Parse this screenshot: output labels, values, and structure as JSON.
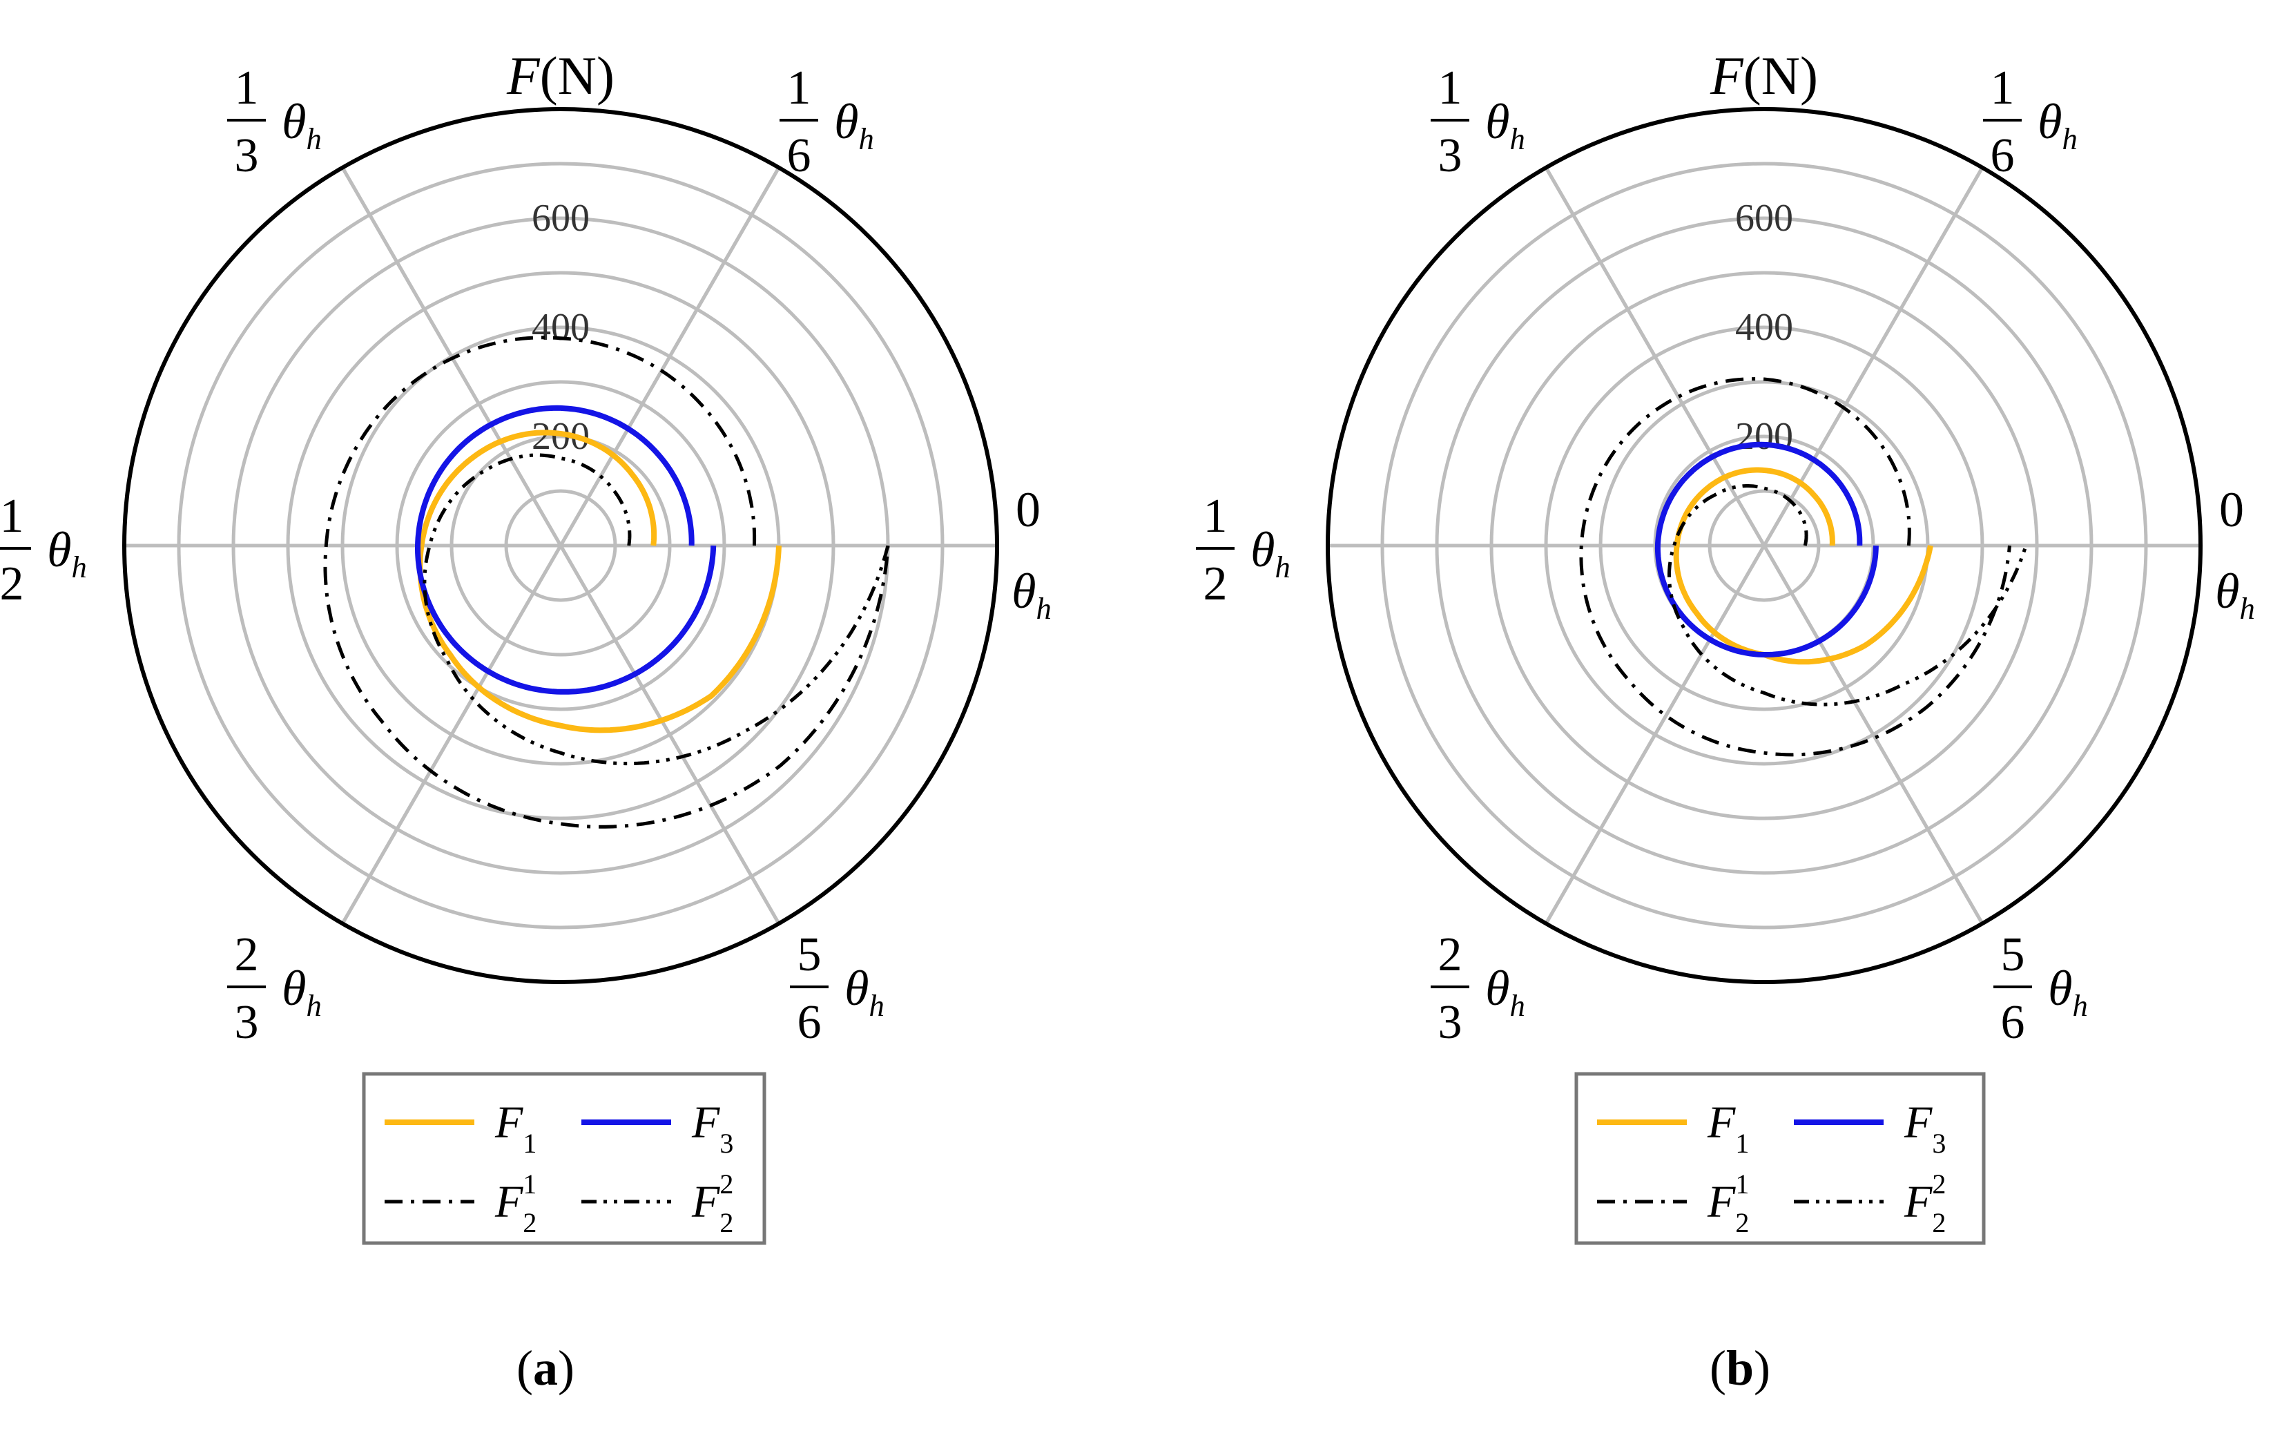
{
  "chart_data": [
    {
      "type": "polar-line",
      "panel_label": "(a)",
      "panel_label_parts": {
        "open": "(",
        "letter": "a",
        "close": ")"
      },
      "radial_axis_label": {
        "main": "F",
        "unit": "(N)"
      },
      "r_ticks": [
        200,
        400,
        600
      ],
      "r_range": [
        0,
        800
      ],
      "angular_labels": [
        {
          "num": "",
          "den": "",
          "sym": "0",
          "position": "0",
          "note": "0 at right"
        },
        {
          "num": "1",
          "den": "6",
          "sym": "θh",
          "position": "1/6"
        },
        {
          "num": "1",
          "den": "3",
          "sym": "θh",
          "position": "1/3"
        },
        {
          "num": "1",
          "den": "2",
          "sym": "θh",
          "position": "1/2"
        },
        {
          "num": "2",
          "den": "3",
          "sym": "θh",
          "position": "2/3"
        },
        {
          "num": "5",
          "den": "6",
          "sym": "θh",
          "position": "5/6"
        },
        {
          "num": "",
          "den": "",
          "sym": "θh",
          "position": "1"
        }
      ],
      "angle_unit_fraction_of_theta_h": [
        0,
        0.1667,
        0.3333,
        0.5,
        0.6667,
        0.8333,
        1.0
      ],
      "grid": true,
      "series": [
        {
          "name": "F",
          "sub": "1",
          "sup": "",
          "color": "#FDB813",
          "style": "solid",
          "theta_frac": [
            0,
            0.125,
            0.25,
            0.375,
            0.5,
            0.625,
            0.75,
            0.875,
            1.0
          ],
          "r": [
            170,
            185,
            205,
            228,
            255,
            285,
            330,
            390,
            400
          ]
        },
        {
          "name": "F",
          "sub": "3",
          "sup": "",
          "color": "#1414E6",
          "style": "solid",
          "theta_frac": [
            0,
            0.125,
            0.25,
            0.375,
            0.5,
            0.625,
            0.75,
            0.875,
            1.0
          ],
          "r": [
            240,
            245,
            252,
            258,
            262,
            265,
            268,
            274,
            280
          ]
        },
        {
          "name": "F",
          "sub": "2",
          "sup": "1",
          "color": "#000000",
          "style": "dashdot",
          "theta_frac": [
            0,
            0.125,
            0.25,
            0.375,
            0.5,
            0.625,
            0.75,
            0.875,
            1.0
          ],
          "r": [
            355,
            365,
            380,
            405,
            430,
            460,
            510,
            570,
            600
          ]
        },
        {
          "name": "F",
          "sub": "2",
          "sup": "2",
          "color": "#000000",
          "style": "dashdotdot",
          "theta_frac": [
            0,
            0.125,
            0.25,
            0.375,
            0.5,
            0.625,
            0.75,
            0.875,
            1.0
          ],
          "r": [
            125,
            140,
            160,
            195,
            240,
            295,
            380,
            480,
            600
          ]
        }
      ],
      "legend_placement": "bottom"
    },
    {
      "type": "polar-line",
      "panel_label": "(b)",
      "panel_label_parts": {
        "open": "(",
        "letter": "b",
        "close": ")"
      },
      "radial_axis_label": {
        "main": "F",
        "unit": "(N)"
      },
      "r_ticks": [
        200,
        400,
        600
      ],
      "r_range": [
        0,
        800
      ],
      "angular_labels": [
        {
          "num": "",
          "den": "",
          "sym": "0",
          "position": "0"
        },
        {
          "num": "1",
          "den": "6",
          "sym": "θh",
          "position": "1/6"
        },
        {
          "num": "1",
          "den": "3",
          "sym": "θh",
          "position": "1/3"
        },
        {
          "num": "1",
          "den": "2",
          "sym": "θh",
          "position": "1/2"
        },
        {
          "num": "2",
          "den": "3",
          "sym": "θh",
          "position": "2/3"
        },
        {
          "num": "5",
          "den": "6",
          "sym": "θh",
          "position": "5/6"
        },
        {
          "num": "",
          "den": "",
          "sym": "θh",
          "position": "1"
        }
      ],
      "angle_unit_fraction_of_theta_h": [
        0,
        0.1667,
        0.3333,
        0.5,
        0.6667,
        0.8333,
        1.0
      ],
      "grid": true,
      "series": [
        {
          "name": "F",
          "sub": "1",
          "sup": "",
          "color": "#FDB813",
          "style": "solid",
          "theta_frac": [
            0,
            0.125,
            0.25,
            0.375,
            0.5,
            0.625,
            0.75,
            0.875,
            1.0
          ],
          "r": [
            125,
            130,
            138,
            148,
            160,
            175,
            200,
            260,
            305
          ]
        },
        {
          "name": "F",
          "sub": "3",
          "sup": "",
          "color": "#1414E6",
          "style": "solid",
          "theta_frac": [
            0,
            0.125,
            0.25,
            0.375,
            0.5,
            0.625,
            0.75,
            0.875,
            1.0
          ],
          "r": [
            175,
            180,
            185,
            190,
            195,
            198,
            200,
            203,
            205
          ]
        },
        {
          "name": "F",
          "sub": "2",
          "sup": "1",
          "color": "#000000",
          "style": "dashdot",
          "theta_frac": [
            0,
            0.125,
            0.25,
            0.375,
            0.5,
            0.625,
            0.75,
            0.875,
            1.0
          ],
          "r": [
            265,
            285,
            305,
            320,
            335,
            350,
            380,
            420,
            450
          ]
        },
        {
          "name": "F",
          "sub": "2",
          "sup": "2",
          "color": "#000000",
          "style": "dashdotdot",
          "theta_frac": [
            0,
            0.125,
            0.25,
            0.375,
            0.5,
            0.625,
            0.75,
            0.875,
            1.0
          ],
          "r": [
            75,
            90,
            105,
            130,
            165,
            210,
            270,
            360,
            480
          ]
        }
      ],
      "legend_placement": "bottom"
    }
  ]
}
